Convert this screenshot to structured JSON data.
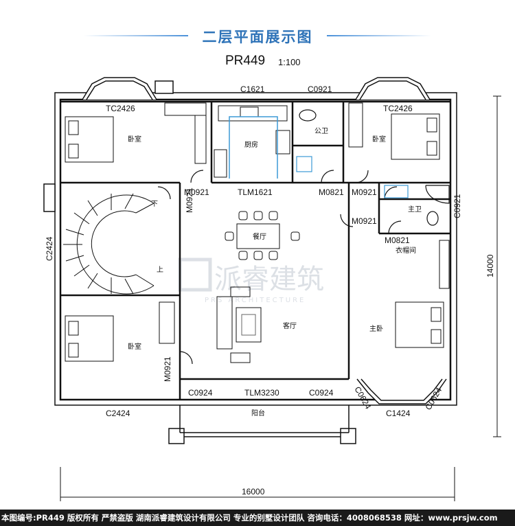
{
  "header": {
    "title": "二层平面展示图",
    "code": "PR449",
    "scale": "1:100"
  },
  "watermark": {
    "cn": "派睿建筑",
    "en": "PRS ARCHITECTURE"
  },
  "rooms": {
    "bedroom_nw": "卧室",
    "kitchen": "厨房",
    "public_bath": "公卫",
    "bedroom_ne": "卧室",
    "master_bath": "主卫",
    "dining": "餐厅",
    "closet": "衣帽间",
    "living": "客厅",
    "master_bed": "主卧",
    "bedroom_sw": "卧室",
    "balcony": "阳台",
    "stair_down": "下",
    "stair_up": "上"
  },
  "openings": {
    "tc2426_left": "TC2426",
    "c1621": "C1621",
    "c0921_top": "C0921",
    "tc2426_right": "TC2426",
    "m0921_a": "M0921",
    "m0921_b": "M0921",
    "tlm1621": "TLM1621",
    "m0821_a": "M0821",
    "m0921_c": "M0921",
    "m0921_d": "M0921",
    "c0921_right": "C0921",
    "m0821_b": "M0821",
    "c2424_left": "C2424",
    "m0921_e": "M0921",
    "c0924_a": "C0924",
    "tlm3230": "TLM3230",
    "c0924_b": "C0924",
    "c0624_a": "C0624",
    "c1424": "C1424",
    "c0624_b": "C0624",
    "c2424_bottom": "C2424"
  },
  "dimensions": {
    "height": "14000",
    "width": "16000"
  },
  "footer": "本图编号:PR449 版权所有 严禁盗版 湖南派睿建筑设计有限公司 专业的别墅设计团队 咨询电话：4008068538 网址：www.prsjw.com",
  "colors": {
    "title": "#2e73b8",
    "wall": "#111111",
    "kitchen_counter": "#3b9ad6"
  }
}
